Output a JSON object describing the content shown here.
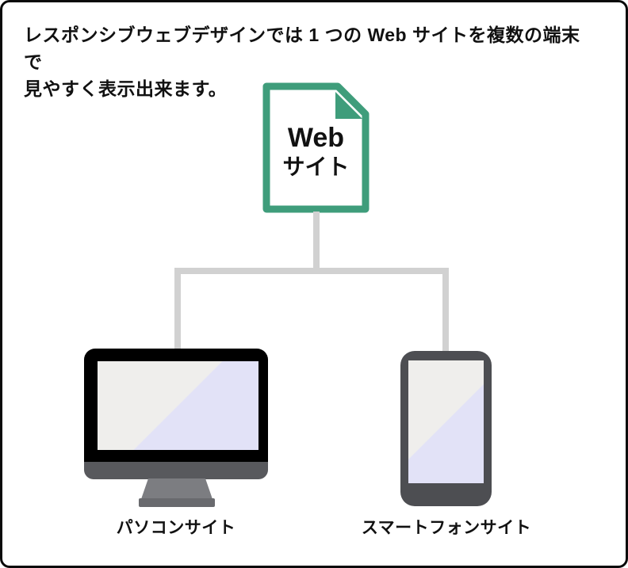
{
  "intro": {
    "line1": "レスポンシブウェブデザインでは 1 つの Web サイトを複数の端末で",
    "line2": "見やすく表示出来ます。"
  },
  "document": {
    "title_line1": "Web",
    "title_line2": "サイト"
  },
  "devices": {
    "pc": {
      "label": "パソコンサイト"
    },
    "smartphone": {
      "label": "スマートフォンサイト"
    }
  },
  "colors": {
    "doc_green": "#3f9d7b",
    "connector_gray": "#d1d1d1",
    "screen_offwhite": "#efeeec",
    "screen_lavender": "#e2e2f7",
    "monitor_black": "#000000",
    "monitor_chin_gray": "#58595d",
    "stand_gray": "#7c7d81",
    "phone_body_gray": "#4d4e52",
    "text_black": "#111111"
  }
}
